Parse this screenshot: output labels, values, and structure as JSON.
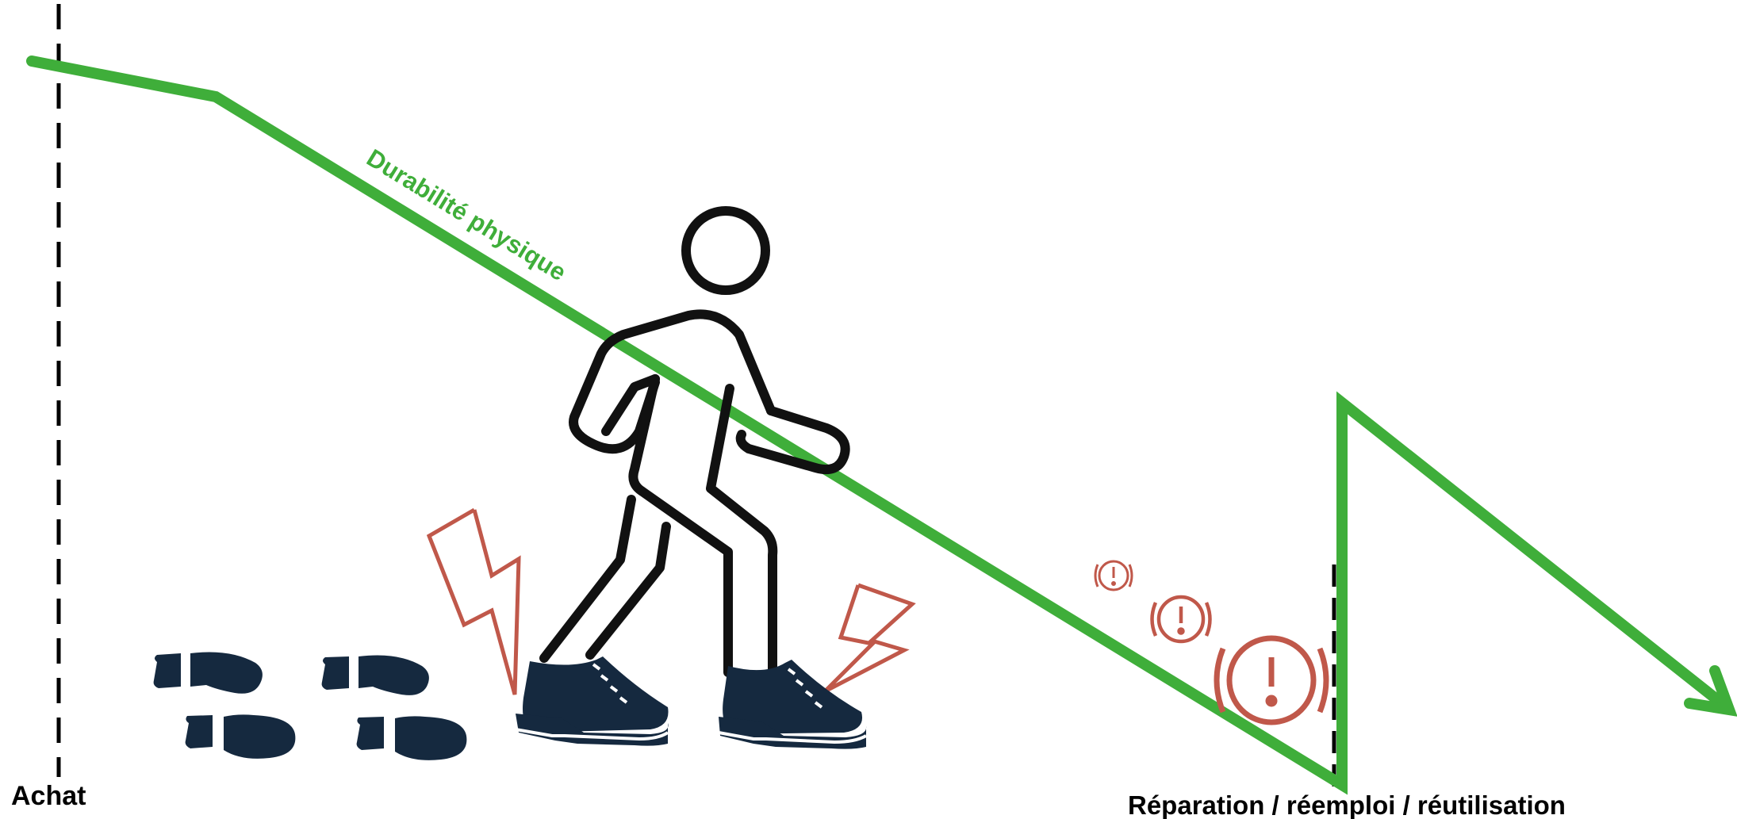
{
  "diagram": {
    "curve_label": "Durabilité physique",
    "start_label": "Achat",
    "end_label": "Réparation / réemploi / réutilisation"
  },
  "colors": {
    "curve": "#3fae3a",
    "warning": "#c0584a",
    "shoe": "#15293f",
    "outline": "#111111",
    "marker": "#000000"
  },
  "icons": [
    "walking-person-icon",
    "footprints-icon",
    "shoe-icon",
    "lightning-icon",
    "warning-icon"
  ]
}
